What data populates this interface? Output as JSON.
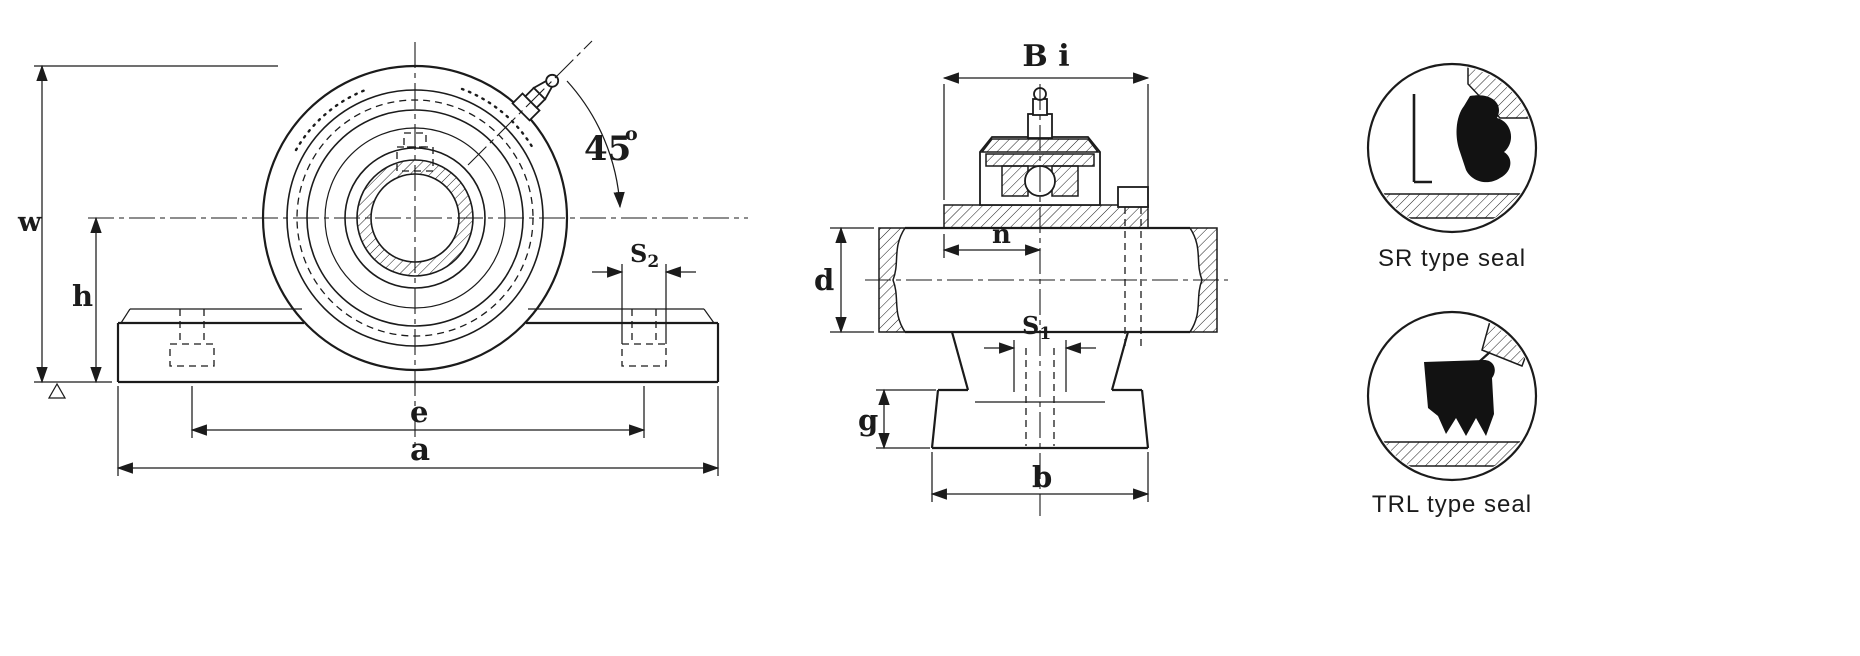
{
  "drawing": {
    "front_view": {
      "labels": {
        "w": "w",
        "h": "h",
        "angle_value": "45",
        "angle_unit": "o",
        "s2_letter": "S",
        "s2_sub": "2",
        "e": "e",
        "a": "a"
      }
    },
    "side_view": {
      "labels": {
        "bi": "B i",
        "n": "n",
        "d": "d",
        "s1_letter": "S",
        "s1_sub": "1",
        "g": "g",
        "b": "b"
      }
    },
    "seal_details": {
      "sr_caption": "SR type seal",
      "trl_caption": "TRL type seal"
    },
    "colors": {
      "ink": "#1b1b1b",
      "background": "#ffffff"
    }
  }
}
